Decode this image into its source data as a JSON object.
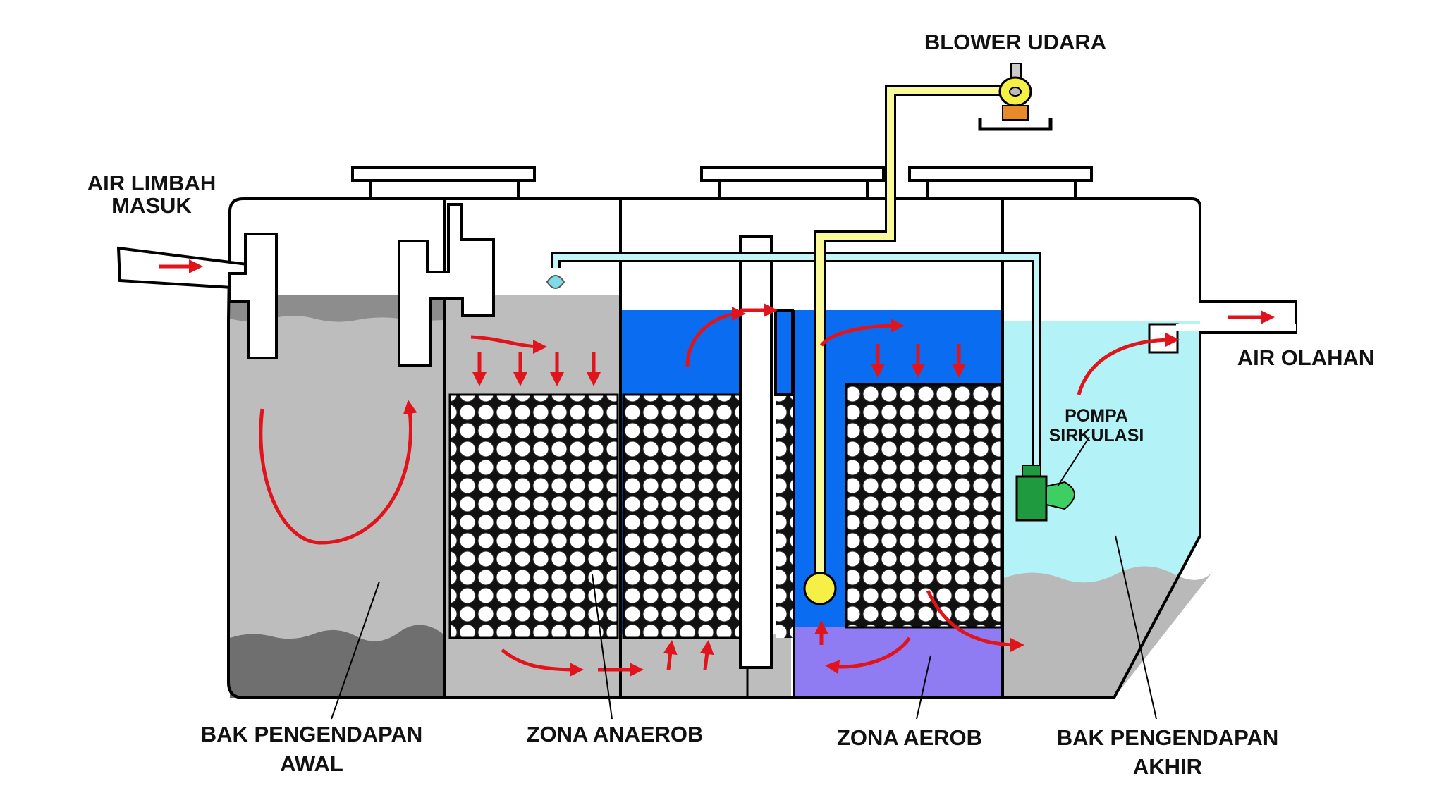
{
  "labels": {
    "air_limbah_masuk": [
      "AIR LIMBAH",
      "MASUK"
    ],
    "blower_udara": "BLOWER UDARA",
    "air_olahan": "AIR OLAHAN",
    "pompa_sirkulasi": [
      "POMPA",
      "SIRKULASI"
    ],
    "bak_pengendapan_awal": [
      "BAK PENGENDAPAN",
      "AWAL"
    ],
    "zona_anaerob": "ZONA ANAEROB",
    "zona_aerob": "ZONA AEROB",
    "bak_pengendapan_akhir": [
      "BAK PENGENDAPAN",
      "AKHIR"
    ]
  },
  "colors": {
    "sludge_dark": "#6f6f6f",
    "wastewater_gray": "#bdbdbd",
    "anaerobic_blue": "#0a6cf0",
    "aerobic_violet": "#8f7cf2",
    "clean_cyan": "#b3f3f7",
    "air_pipe_yellow": "#fafa9a",
    "recirc_pipe_cyan": "#c5f4f8",
    "pump_green": "#1f9a3e",
    "flow_arrow_red": "#e0141a",
    "blower_orange": "#e88a2a"
  },
  "icons": [
    "blower-icon",
    "pump-icon",
    "diffuser-icon",
    "flow-arrow-icon"
  ]
}
